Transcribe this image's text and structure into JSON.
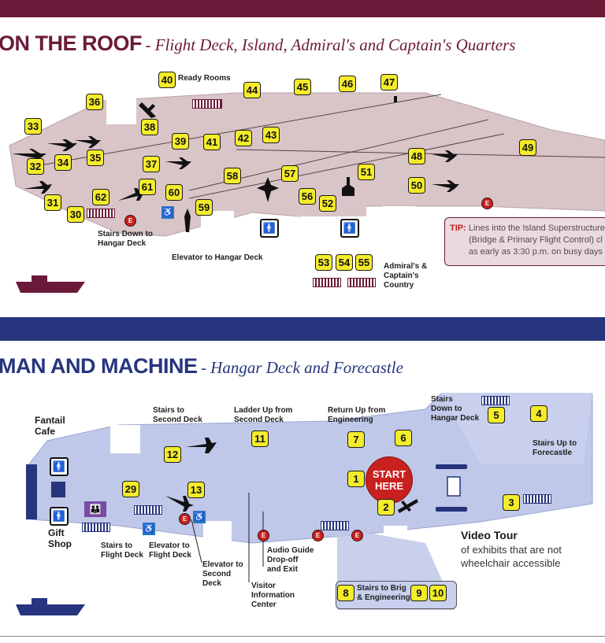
{
  "roof": {
    "title_bold": "ON THE ROOF",
    "title_italic": "- Flight Deck, Island, Admiral's and Captain's Quarters",
    "ready_rooms": "Ready Rooms",
    "stairs_down": "Stairs Down to\nHangar Deck",
    "elevator": "Elevator to Hangar Deck",
    "admirals": "Admiral's &\nCaptain's\nCountry",
    "tip_label": "TIP:",
    "tip_text_1": "Lines into the Island Superstructure",
    "tip_text_2": "(Bridge & Primary Flight Control) cl",
    "tip_text_3": "as early as 3:30 p.m. on busy days",
    "numbers": [
      "30",
      "31",
      "32",
      "33",
      "34",
      "35",
      "36",
      "37",
      "38",
      "39",
      "40",
      "41",
      "42",
      "43",
      "44",
      "45",
      "46",
      "47",
      "48",
      "49",
      "50",
      "51",
      "52",
      "53",
      "54",
      "55",
      "56",
      "57",
      "58",
      "59",
      "60",
      "61",
      "62"
    ]
  },
  "hangar": {
    "title_bold": "MAN AND MACHINE",
    "title_italic": "- Hangar Deck and Forecastle",
    "fantail_cafe": "Fantail\nCafe",
    "gift_shop": "Gift\nShop",
    "stairs_second": "Stairs to\nSecond Deck",
    "ladder_up": "Ladder Up from\nSecond Deck",
    "return_up": "Return Up from\nEngineering",
    "stairs_down_hangar": "Stairs\nDown to\nHangar Deck",
    "stairs_up_forecastle": "Stairs Up to\nForecastle",
    "start_here": "START\nHERE",
    "stairs_flight": "Stairs to\nFlight Deck",
    "elevator_flight": "Elevator to\nFlight Deck",
    "elevator_second": "Elevator to\nSecond\nDeck",
    "audio_guide": "Audio Guide\nDrop-off\nand Exit",
    "visitor_info": "Visitor\nInformation\nCenter",
    "stairs_brig": "Stairs to Brig\n& Engineering",
    "video_tour_title": "Video Tour",
    "video_tour_text": "of exhibits that are not\nwheelchair accessible",
    "numbers": [
      "1",
      "2",
      "3",
      "4",
      "5",
      "6",
      "7",
      "8",
      "9",
      "10",
      "11",
      "12",
      "13",
      "29"
    ]
  },
  "colors": {
    "roof_accent": "#6b1a3a",
    "hangar_accent": "#26357d",
    "number_fill": "#f4ec2a",
    "marker_red": "#c8211f"
  }
}
